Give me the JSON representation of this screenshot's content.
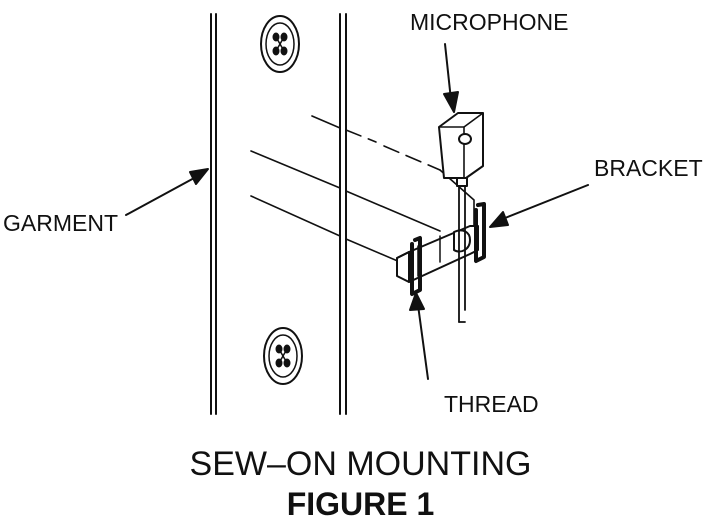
{
  "labels": {
    "microphone": "MICROPHONE",
    "bracket": "BRACKET",
    "garment": "GARMENT",
    "thread": "THREAD"
  },
  "caption": {
    "title": "SEW–ON MOUNTING",
    "figure": "FIGURE 1"
  }
}
